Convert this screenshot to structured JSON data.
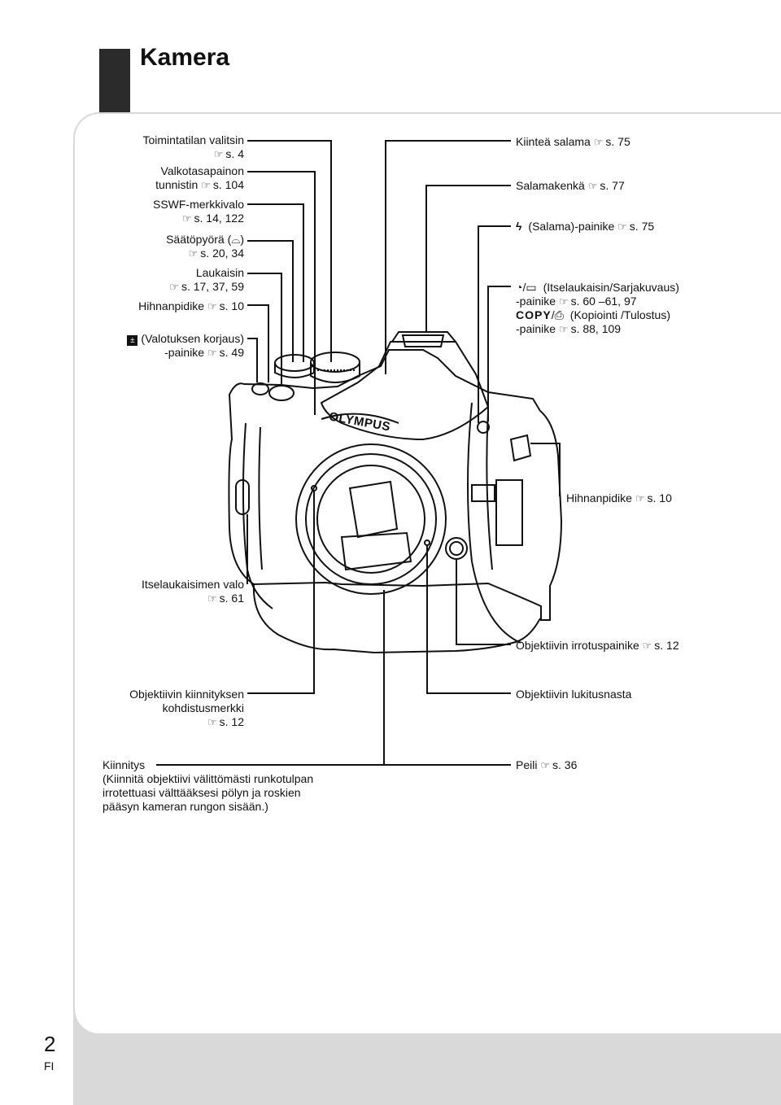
{
  "page": {
    "title": "Kamera",
    "number": "2",
    "lang": "FI"
  },
  "icons": {
    "reference": "reference-hand-icon",
    "ev": "exposure-compensation-icon",
    "flash": "flash-icon",
    "selftimer": "self-timer-icon",
    "sequential": "sequential-shooting-icon",
    "copy": "copy-icon",
    "print": "print-icon",
    "dial": "control-dial-icon"
  },
  "labels": {
    "mode_dial": {
      "l1": "Toimintatilan valitsin",
      "ref": "s. 4"
    },
    "wb_sensor": {
      "l1": "Valkotasapainon",
      "l2": "tunnistin",
      "ref": "s. 104"
    },
    "sswf_lamp": {
      "l1": "SSWF-merkkivalo",
      "ref": "s. 14, 122"
    },
    "control_dial": {
      "l1": "Säätöpyörä (",
      "l1end": ")",
      "ref": "s. 20, 34"
    },
    "shutter": {
      "l1": "Laukaisin",
      "ref": "s. 17, 37, 59"
    },
    "strap_left": {
      "l1": "Hihnanpidike",
      "ref": "s. 10"
    },
    "ev_button": {
      "l1": "(Valotuksen korjaus)",
      "l2": "-painike",
      "ref": "s. 49"
    },
    "flash_fixed": {
      "l1": "Kiinteä salama",
      "ref": "s. 75"
    },
    "hot_shoe": {
      "l1": "Salamakenkä",
      "ref": "s. 77"
    },
    "flash_button": {
      "l1": "(Salama)-painike",
      "ref": "s. 75"
    },
    "drive_button": {
      "l1": "(Itselaukaisin/Sarjakuvaus)",
      "l2": "-painike",
      "ref": "s. 60 –61, 97",
      "l3": "COPY",
      "l3b": "(Kopiointi /Tulostus)",
      "l4": "-painike",
      "ref2": "s. 88, 109"
    },
    "strap_right": {
      "l1": "Hihnanpidike",
      "ref": "s. 10"
    },
    "selftimer_lamp": {
      "l1": "Itselaukaisimen valo",
      "ref": "s. 61"
    },
    "lens_release": {
      "l1": "Objektiivin irrotuspainike",
      "ref": "s. 12"
    },
    "lens_mark": {
      "l1": "Objektiivin kiinnityksen",
      "l2": "kohdistusmerkki",
      "ref": "s. 12"
    },
    "lens_lock": {
      "l1": "Objektiivin lukitusnasta"
    },
    "mount": {
      "l1": "Kiinnitys",
      "l2": "(Kiinnitä objektiivi välittömästi runkotulpan",
      "l3": "irrotettuasi välttääksesi pölyn ja roskien",
      "l4": "pääsyn kameran rungon sisään.)"
    },
    "mirror": {
      "l1": "Peili",
      "ref": "s. 36"
    }
  },
  "camera": {
    "brand": "OLYMPUS"
  }
}
